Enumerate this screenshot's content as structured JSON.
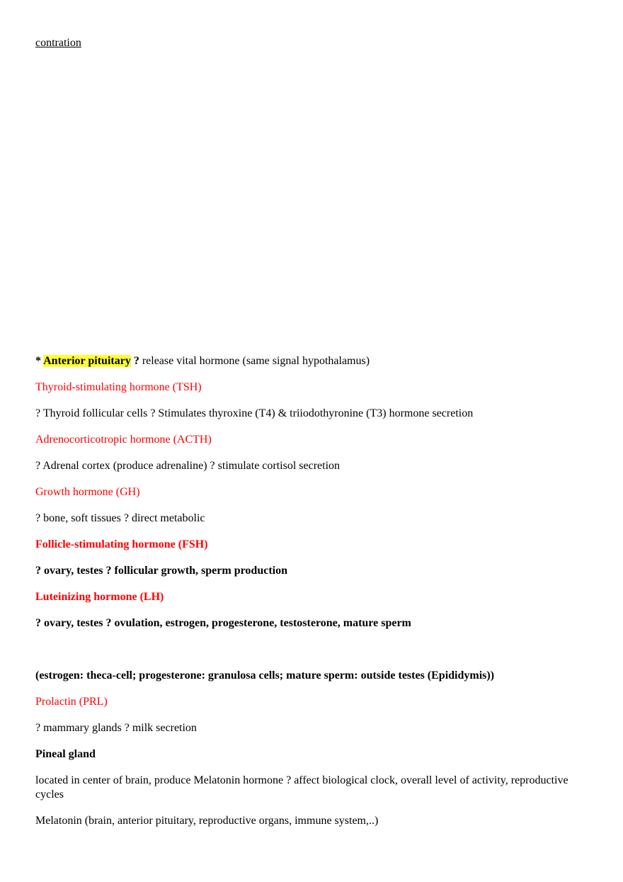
{
  "header_word": "contration",
  "colors": {
    "hormone": "#ff0000",
    "highlight": "#ffff33",
    "text": "#000000"
  },
  "anterior": {
    "prefix": "* ",
    "title": "Anterior pituitary",
    "arrow": " ?",
    "rest": " release vital hormone (same signal hypothalamus)"
  },
  "items": {
    "tsh": "Thyroid-stimulating hormone (TSH)",
    "tsh_desc": "? Thyroid follicular cells ? Stimulates thyroxine (T4) & triiodothyronine (T3) hormone secretion",
    "acth": "Adrenocorticotropic hormone (ACTH)",
    "acth_desc": "? Adrenal cortex (produce adrenaline) ? stimulate cortisol secretion",
    "gh": "Growth hormone (GH)",
    "gh_desc": "? bone, soft tissues ? direct metabolic",
    "fsh": "Follicle-stimulating hormone (FSH)",
    "fsh_desc": "? ovary, testes ? follicular growth, sperm production",
    "lh": "Luteinizing hormone (LH)",
    "lh_desc": "? ovary, testes ? ovulation, estrogen, progesterone, testosterone, mature sperm",
    "note": "(estrogen: theca-cell; progesterone: granulosa cells; mature sperm: outside testes (Epididymis))",
    "prl": "Prolactin (PRL)",
    "prl_desc": "? mammary glands ? milk secretion"
  },
  "pineal": {
    "title": "Pineal gland",
    "desc": "located in center of brain, produce Melatonin hormone ? affect biological clock, overall level of activity, reproductive cycles",
    "melatonin": "Melatonin (brain, anterior pituitary, reproductive organs, immune system,..)"
  }
}
